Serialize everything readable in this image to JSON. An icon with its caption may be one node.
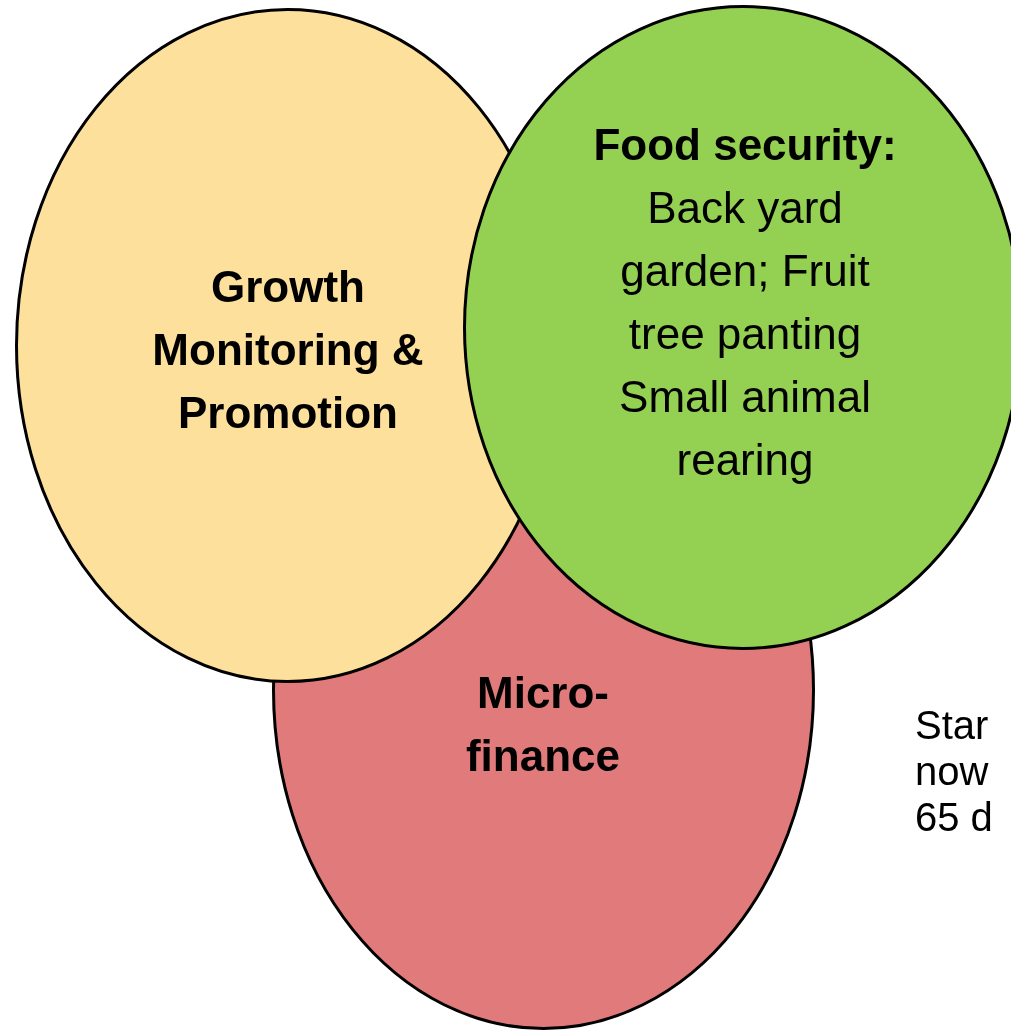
{
  "diagram": {
    "nodes": [
      {
        "text": [
          "Growth Monitoring & Promotion"
        ]
      },
      {
        "text": [
          "**Food security:** Back yard garden; Fruit tree panting Small animal rearing"
        ]
      },
      {
        "text": [
          "Micro-finance"
        ]
      }
    ],
    "labels": [
      "Star now 65 d"
    ]
  }
}
